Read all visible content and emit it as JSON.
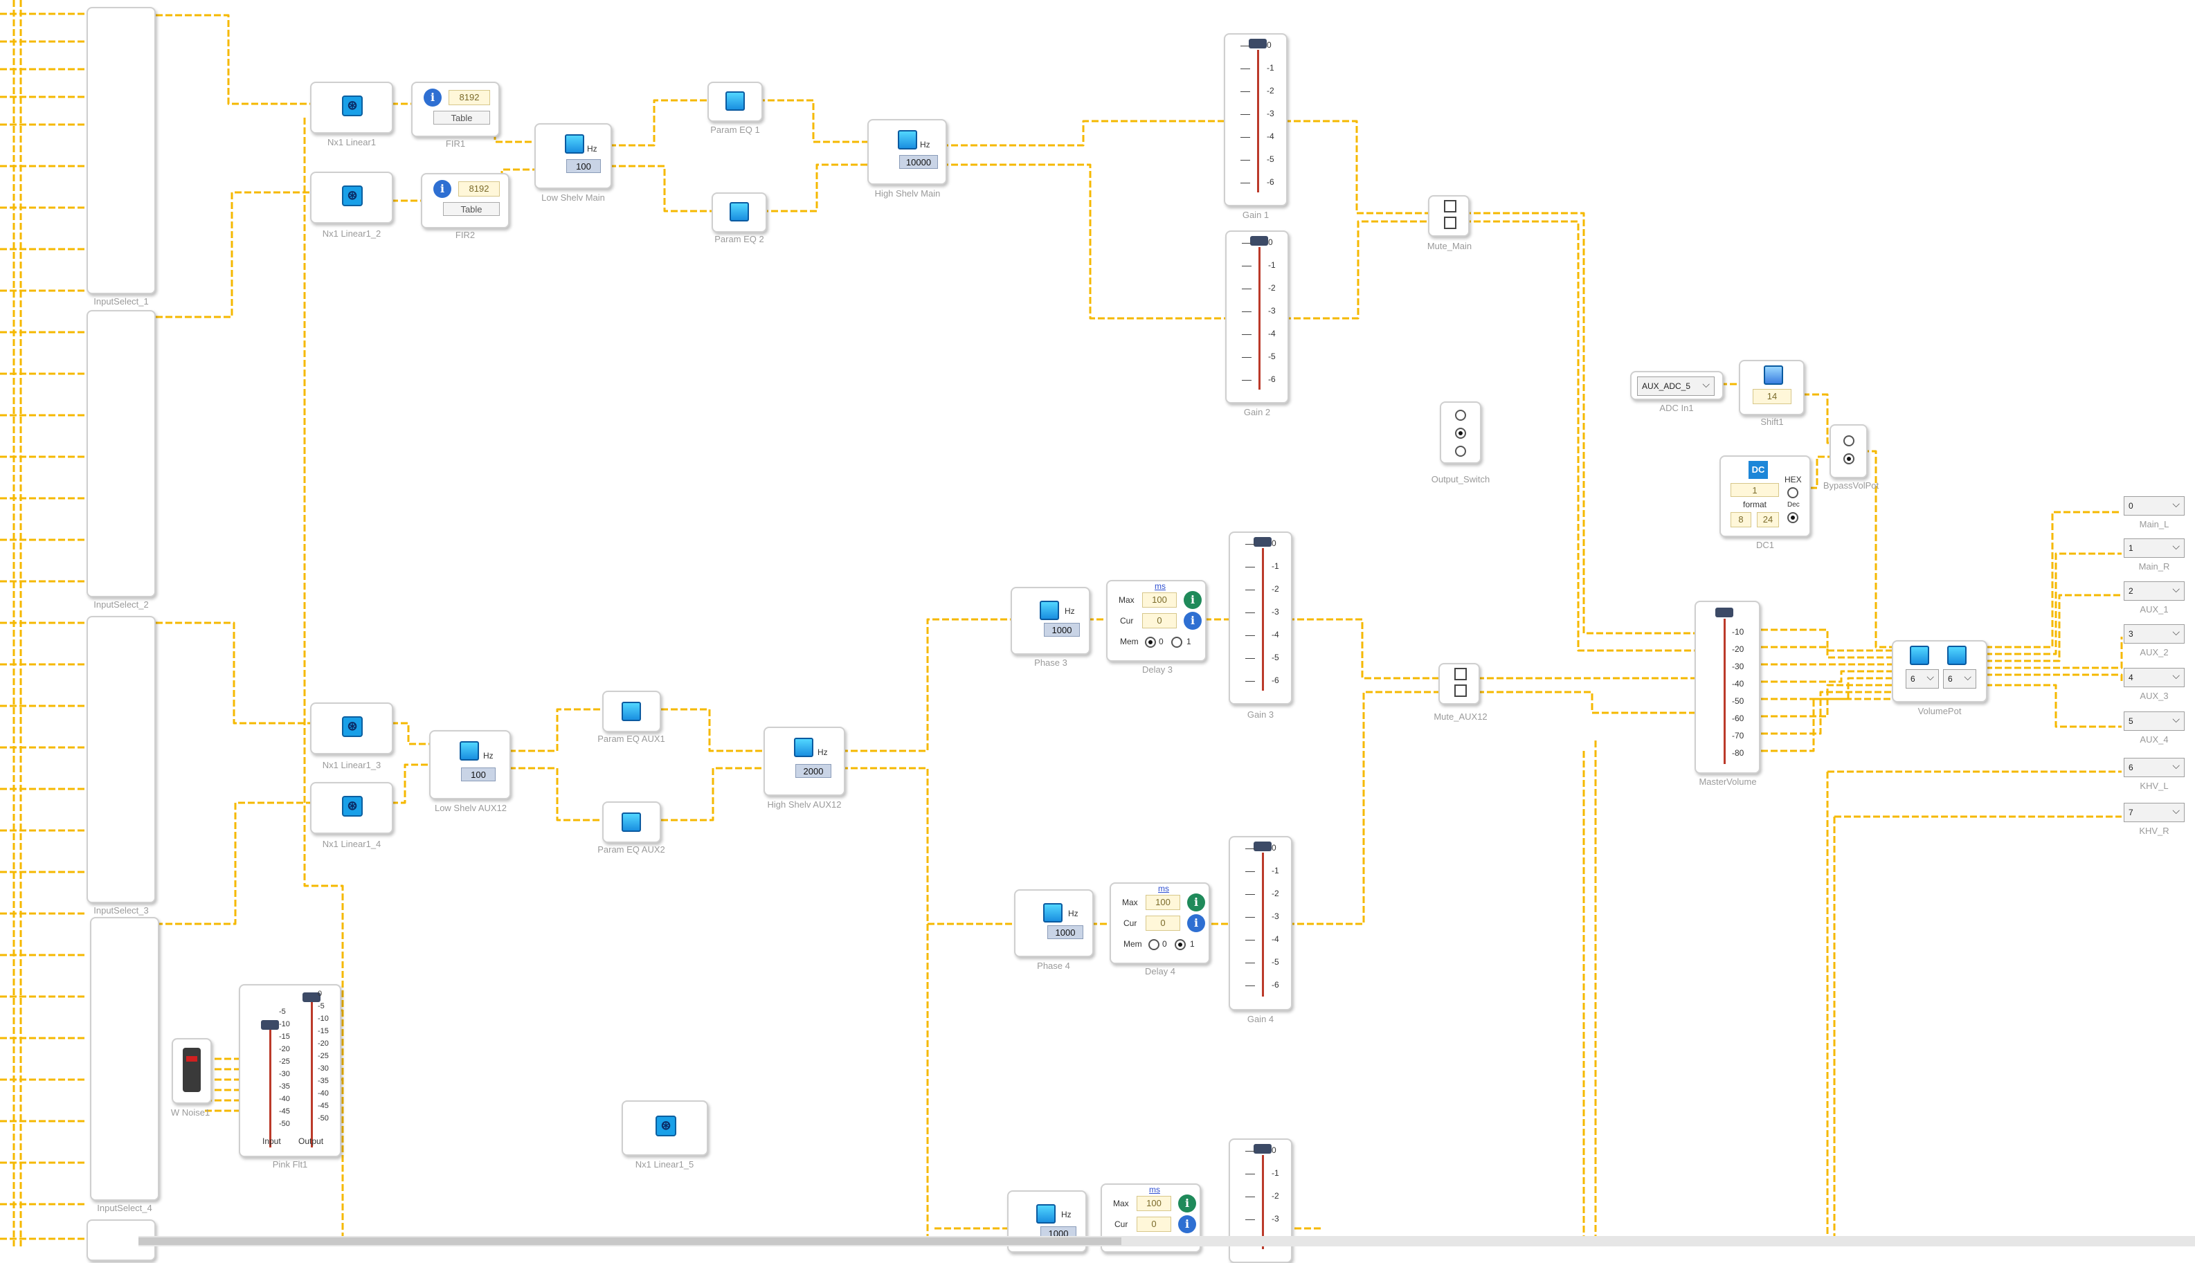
{
  "colors": {
    "wire": "#f5b800",
    "pin_in": "#1a9d3e",
    "pin_out": "#1e4fd8",
    "block_border": "#cfcfcf",
    "label": "#9a9a9a"
  },
  "input_selects": [
    "InputSelect_1",
    "InputSelect_2",
    "InputSelect_3",
    "InputSelect_4"
  ],
  "nx_linear": [
    "Nx1 Linear1",
    "Nx1 Linear1_2",
    "Nx1 Linear1_3",
    "Nx1 Linear1_4",
    "Nx1 Linear1_5"
  ],
  "fir": [
    {
      "label": "FIR1",
      "value": "8192",
      "table": "Table"
    },
    {
      "label": "FIR2",
      "value": "8192",
      "table": "Table"
    }
  ],
  "shelves": [
    {
      "label": "Low Shelv Main",
      "freq": "100",
      "unit": "Hz"
    },
    {
      "label": "High Shelv Main",
      "freq": "10000",
      "unit": "Hz"
    },
    {
      "label": "Low Shelv AUX12",
      "freq": "100",
      "unit": "Hz"
    },
    {
      "label": "High Shelv AUX12",
      "freq": "2000",
      "unit": "Hz"
    }
  ],
  "param_eq": [
    "Param EQ 1",
    "Param EQ 2",
    "Param EQ AUX1",
    "Param EQ AUX2"
  ],
  "phases": [
    {
      "label": "Phase 3",
      "freq": "1000",
      "unit": "Hz"
    },
    {
      "label": "Phase 4",
      "freq": "1000",
      "unit": "Hz"
    },
    {
      "label": "",
      "freq": "1000",
      "unit": "Hz"
    }
  ],
  "delays": [
    {
      "label": "Delay 3",
      "unit": "ms",
      "max_label": "Max",
      "max": "100",
      "cur_label": "Cur",
      "cur": "0",
      "mem_label": "Mem",
      "mem0": "0",
      "mem1": "1",
      "mem_selected": 0
    },
    {
      "label": "Delay 4",
      "unit": "ms",
      "max_label": "Max",
      "max": "100",
      "cur_label": "Cur",
      "cur": "0",
      "mem_label": "Mem",
      "mem0": "0",
      "mem1": "1",
      "mem_selected": 1
    },
    {
      "label": "",
      "unit": "ms",
      "max_label": "Max",
      "max": "100",
      "cur_label": "Cur",
      "cur": "0"
    }
  ],
  "gains": [
    {
      "label": "Gain 1",
      "ticks": [
        "0",
        "-1",
        "-2",
        "-3",
        "-4",
        "-5",
        "-6"
      ]
    },
    {
      "label": "Gain 2",
      "ticks": [
        "0",
        "-1",
        "-2",
        "-3",
        "-4",
        "-5",
        "-6"
      ]
    },
    {
      "label": "Gain 3",
      "ticks": [
        "0",
        "-1",
        "-2",
        "-3",
        "-4",
        "-5",
        "-6"
      ]
    },
    {
      "label": "Gain 4",
      "ticks": [
        "0",
        "-1",
        "-2",
        "-3",
        "-4",
        "-5",
        "-6"
      ]
    },
    {
      "label": "",
      "ticks": [
        "0",
        "-1",
        "-2",
        "-3"
      ]
    }
  ],
  "mutes": [
    "Mute_Main",
    "Mute_AUX12"
  ],
  "output_switch": "Output_Switch",
  "adc": {
    "label": "ADC In1",
    "value": "AUX_ADC_5"
  },
  "shift": {
    "label": "Shift1",
    "value": "14"
  },
  "dc": {
    "label": "DC1",
    "icon": "DC",
    "value": "1",
    "format_label": "format",
    "fmt_a": "8",
    "fmt_b": "24",
    "hex": "HEX",
    "dec": "Dec"
  },
  "bypass": "BypassVolPot",
  "master_volume": {
    "label": "MasterVolume",
    "ticks": [
      "-10",
      "-20",
      "-30",
      "-40",
      "-50",
      "-60",
      "-70",
      "-80"
    ]
  },
  "volume_pot": {
    "label": "VolumePot",
    "sel_a": "6",
    "sel_b": "6"
  },
  "outputs": [
    {
      "label": "Main_L",
      "value": "0"
    },
    {
      "label": "Main_R",
      "value": "1"
    },
    {
      "label": "AUX_1",
      "value": "2"
    },
    {
      "label": "AUX_2",
      "value": "3"
    },
    {
      "label": "AUX_3",
      "value": "4"
    },
    {
      "label": "AUX_4",
      "value": "5"
    },
    {
      "label": "KHV_L",
      "value": "6"
    },
    {
      "label": "KHV_R",
      "value": "7"
    }
  ],
  "noise": {
    "label": "W Noise1"
  },
  "pink": {
    "label": "Pink Flt1",
    "input": "Input",
    "output": "Output",
    "ticks": [
      "0",
      "-5",
      "-10",
      "-15",
      "-20",
      "-25",
      "-30",
      "-35",
      "-40",
      "-45",
      "-50"
    ]
  }
}
